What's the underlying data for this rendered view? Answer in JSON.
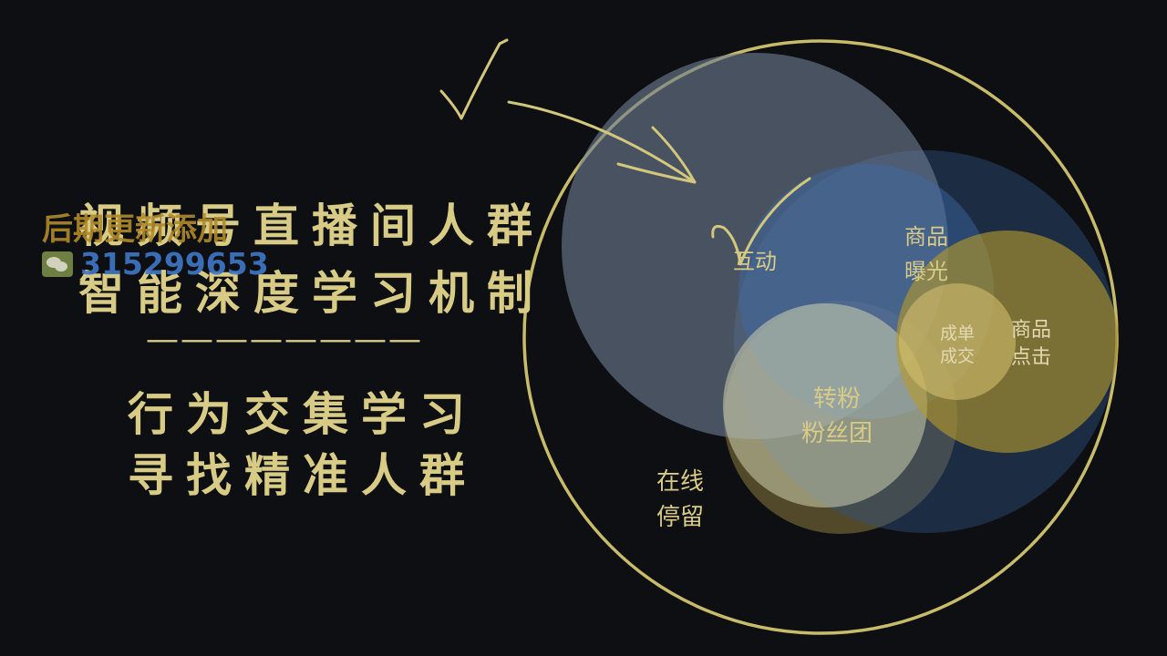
{
  "slide": {
    "title_line_1": "视频号直播间人群",
    "title_line_2": "智能深度学习机制",
    "divider": "————————",
    "subtitle_line_1": "行为交集学习",
    "subtitle_line_2": "寻找精准人群"
  },
  "watermark": {
    "text": "后期更新添加",
    "number": "315299653",
    "icon": "wechat-icon"
  },
  "diagram": {
    "labels": {
      "interaction": "互动",
      "product_exposure_1": "商品",
      "product_exposure_2": "曝光",
      "deal_1": "成单",
      "deal_2": "成交",
      "product_click_1": "商品",
      "product_click_2": "点击",
      "follow_1": "转粉",
      "follow_2": "粉丝团",
      "stay_1": "在线",
      "stay_2": "停留"
    },
    "colors": {
      "outer_ring": "#c8bb6a",
      "interaction": "#6d7c92",
      "exposure": "#3a5f94",
      "click": "#b59a2c",
      "follow": "#cfd2ae",
      "stay": "#8c7a40",
      "annotation": "#d2c77c"
    }
  }
}
